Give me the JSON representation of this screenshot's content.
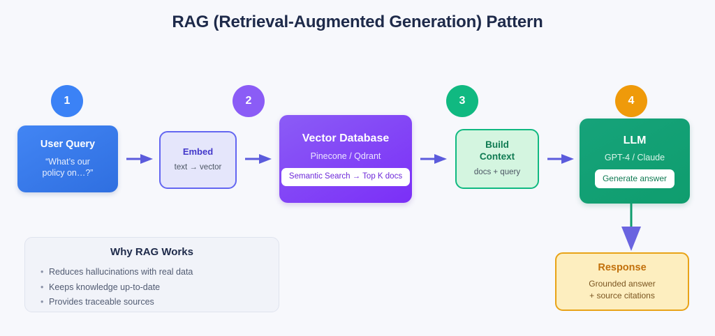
{
  "page": {
    "title": "RAG (Retrieval-Augmented Generation) Pattern",
    "background_color": "#f7f8fc"
  },
  "badges": [
    {
      "label": "1",
      "color": "#3b82f6"
    },
    {
      "label": "2",
      "color": "#8b5cf6"
    },
    {
      "label": "3",
      "color": "#10b981"
    },
    {
      "label": "4",
      "color": "#ef9a0a"
    }
  ],
  "nodes": {
    "user_query": {
      "title": "User Query",
      "subtitle": "“What’s our\npolicy on…?”",
      "color": "#3b72ec"
    },
    "embed": {
      "title": "Embed",
      "subtitle": "text → vector",
      "color": "#6366f1"
    },
    "vector_db": {
      "title": "Vector Database",
      "subtitle": "Pinecone / Qdrant",
      "pill": "Semantic Search → Top K docs",
      "color": "#7b2ff7"
    },
    "build_context": {
      "title": "Build\nContext",
      "subtitle": "docs + query",
      "color": "#10b981"
    },
    "llm": {
      "title": "LLM",
      "subtitle": "GPT-4 / Claude",
      "pill": "Generate answer",
      "color": "#0f9d6e"
    },
    "response": {
      "title": "Response",
      "subtitle": "Grounded answer",
      "subtitle2": "+ source citations",
      "color": "#e8a317"
    }
  },
  "arrows": {
    "color": "#5b5bdc",
    "vertical_stem_color": "#0f9d6e"
  },
  "info_panel": {
    "title": "Why RAG Works",
    "bullets": [
      "Reduces hallucinations with real data",
      "Keeps knowledge up-to-date",
      "Provides traceable sources"
    ]
  }
}
